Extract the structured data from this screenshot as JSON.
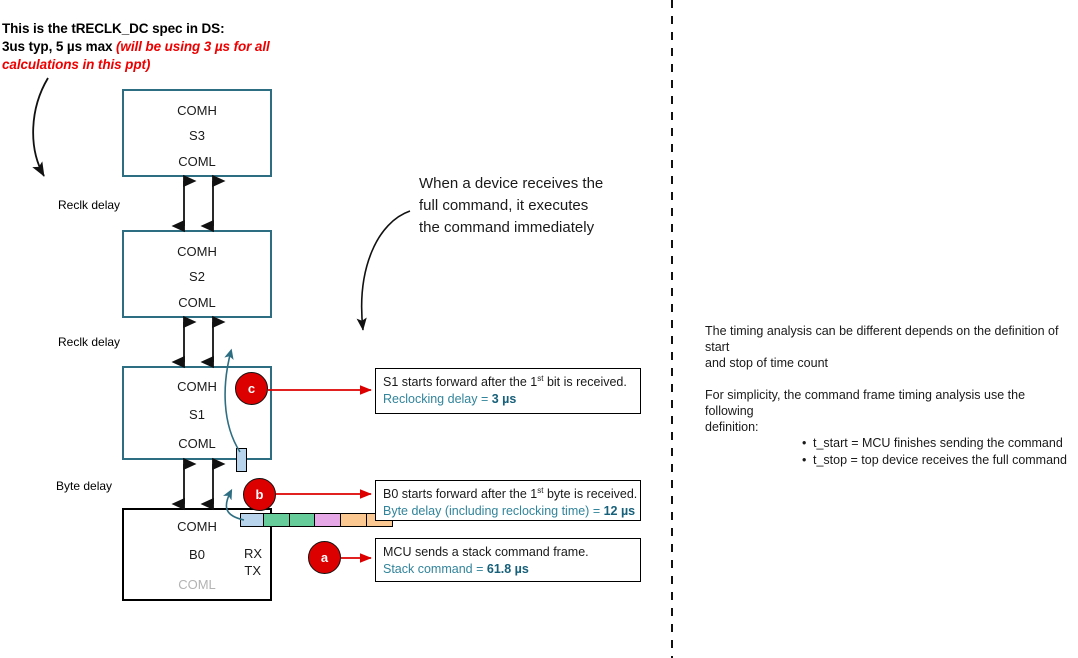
{
  "header": {
    "line1": "This is the tRECLK_DC spec in DS:",
    "line2_black": "3us typ, 5 µs max ",
    "line2_red": "(will be using 3 µs for all",
    "line3_red": "calculations in this ppt)"
  },
  "devices": [
    {
      "id": "S3",
      "top_label": "COMH",
      "name": "S3",
      "bottom_label": "COML"
    },
    {
      "id": "S2",
      "top_label": "COMH",
      "name": "S2",
      "bottom_label": "COML"
    },
    {
      "id": "S1",
      "top_label": "COMH",
      "name": "S1",
      "bottom_label": "COML"
    },
    {
      "id": "B0",
      "top_label": "COMH",
      "name": "B0",
      "bottom_label": "COML",
      "rx": "RX",
      "tx": "TX"
    }
  ],
  "delay_labels": [
    {
      "text": "Reclk delay"
    },
    {
      "text": "Reclk delay"
    },
    {
      "text": "Byte delay"
    }
  ],
  "annotation": {
    "line1": "When a device receives the",
    "line2": "full command, it executes",
    "line3": "the command immediately"
  },
  "badges": [
    {
      "id": "c",
      "label": "c"
    },
    {
      "id": "b",
      "label": "b"
    },
    {
      "id": "a",
      "label": "a"
    }
  ],
  "callouts": [
    {
      "id": "callout-c",
      "line1_pre": "S1 starts forward after the 1",
      "line1_sup": "st",
      "line1_post": " bit is received.",
      "line2_pre": "Reclocking delay = ",
      "line2_value": "3 µs"
    },
    {
      "id": "callout-b",
      "line1_pre": "B0 starts forward after the 1",
      "line1_sup": "st",
      "line1_post": " byte is received.",
      "line2_pre": "Byte delay (including reclocking time) = ",
      "line2_value": "12 µs"
    },
    {
      "id": "callout-a",
      "line1_pre": "MCU sends a stack command frame.",
      "line1_sup": "",
      "line1_post": "",
      "line2_pre": "Stack command = ",
      "line2_value": "61.8 µs"
    }
  ],
  "frame_segments": [
    {
      "color": "#b8d4ec",
      "width": 24
    },
    {
      "color": "#66cc99",
      "width": 27
    },
    {
      "color": "#66cc99",
      "width": 27
    },
    {
      "color": "#e6a8e6",
      "width": 27
    },
    {
      "color": "#fcc891",
      "width": 27
    },
    {
      "color": "#fcc891",
      "width": 27
    }
  ],
  "right_panel": {
    "para1_line1": "The timing analysis can be different depends on the definition of start",
    "para1_line2": "and stop of time count",
    "para2_line1": "For simplicity, the command frame timing analysis use the following",
    "para2_line2": "definition:",
    "bullets": [
      "t_start = MCU finishes sending the command",
      "t_stop = top device receives the full command"
    ]
  },
  "colors": {
    "box_border_teal": "#2e6e82",
    "box_border_black": "#000000",
    "badge_red": "#dd0000",
    "arrow_red": "#dd0000",
    "callout_accent": "#31849b",
    "header_red": "#ee0000",
    "dim_text": "#b3b3b3"
  }
}
